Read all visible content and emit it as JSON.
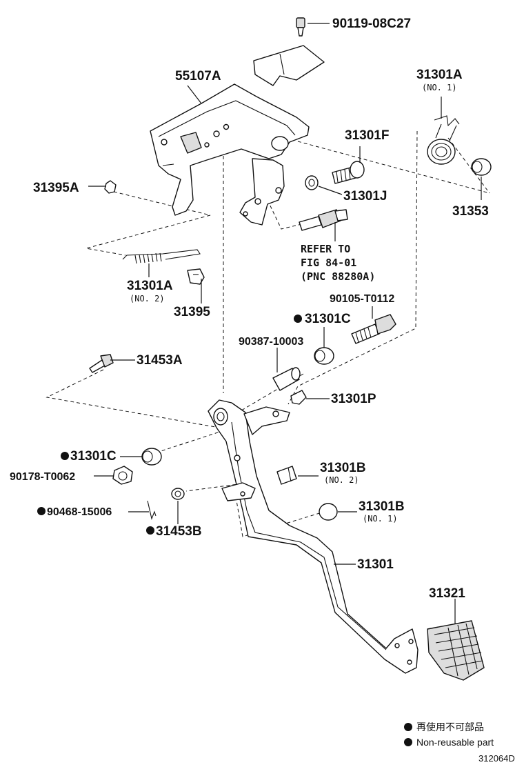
{
  "labels": {
    "p90119": "90119-08C27",
    "p55107a": "55107A",
    "p31301a_top": "31301A",
    "p31301a_top_no": "(NO. 1)",
    "p31301f": "31301F",
    "p31395a": "31395A",
    "p31301j": "31301J",
    "p31353": "31353",
    "refer_1": "REFER TO",
    "refer_2": "FIG 84-01",
    "refer_3": "(PNC 88280A)",
    "p31301a_mid": "31301A",
    "p31301a_mid_no": "(NO. 2)",
    "p31395": "31395",
    "p90105": "90105-T0112",
    "p31301c_top": "31301C",
    "p90387": "90387-10003",
    "p31453a": "31453A",
    "p31301p": "31301P",
    "p31301c_bot": "31301C",
    "p90178": "90178-T0062",
    "p31301b_1": "31301B",
    "p31301b_1_no": "(NO. 2)",
    "p90468": "90468-15006",
    "p31453b": "31453B",
    "p31301b_2": "31301B",
    "p31301b_2_no": "(NO. 1)",
    "p31301": "31301",
    "p31321": "31321"
  },
  "legend": {
    "line1": "再使用不可部品",
    "line2": "Non-reusable part"
  },
  "figure_code": "312064D",
  "colors": {
    "ink": "#111111",
    "paper": "#ffffff"
  }
}
